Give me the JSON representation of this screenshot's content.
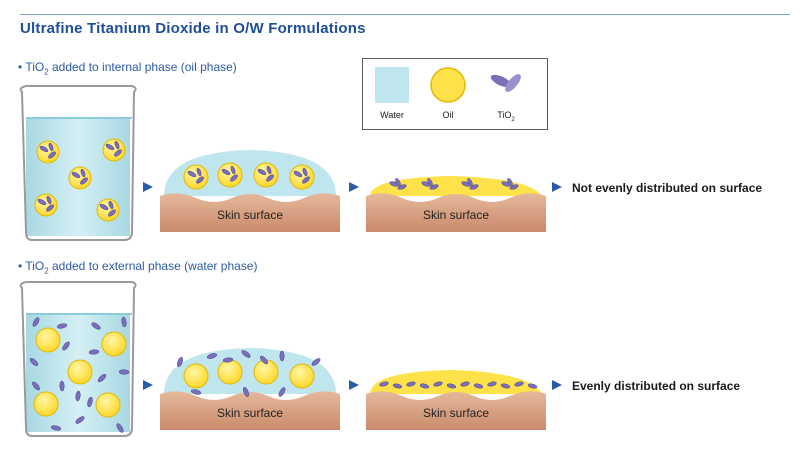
{
  "title": "Ultrafine Titanium Dioxide in O/W Formulations",
  "phase1": {
    "prefix": "• TiO",
    "sub": "2",
    "suffix": " added to internal phase (oil phase)"
  },
  "phase2": {
    "prefix": "• TiO",
    "sub": "2",
    "suffix": " added to external phase (water phase)"
  },
  "legend": {
    "water": "Water",
    "oil": "Oil",
    "tio2_prefix": "TiO",
    "tio2_sub": "2"
  },
  "skin_surface_label": "Skin surface",
  "outcome1": "Not evenly distributed on surface",
  "outcome2": "Evenly distributed on surface",
  "colors": {
    "title": "#1f4e9b",
    "water": "#bfe6ee",
    "oil": "#ffe14a",
    "oil_edge": "#e3b800",
    "tio2": "#7a6fb8",
    "skin": "#d9a587",
    "arrow": "#2a5ba8"
  }
}
